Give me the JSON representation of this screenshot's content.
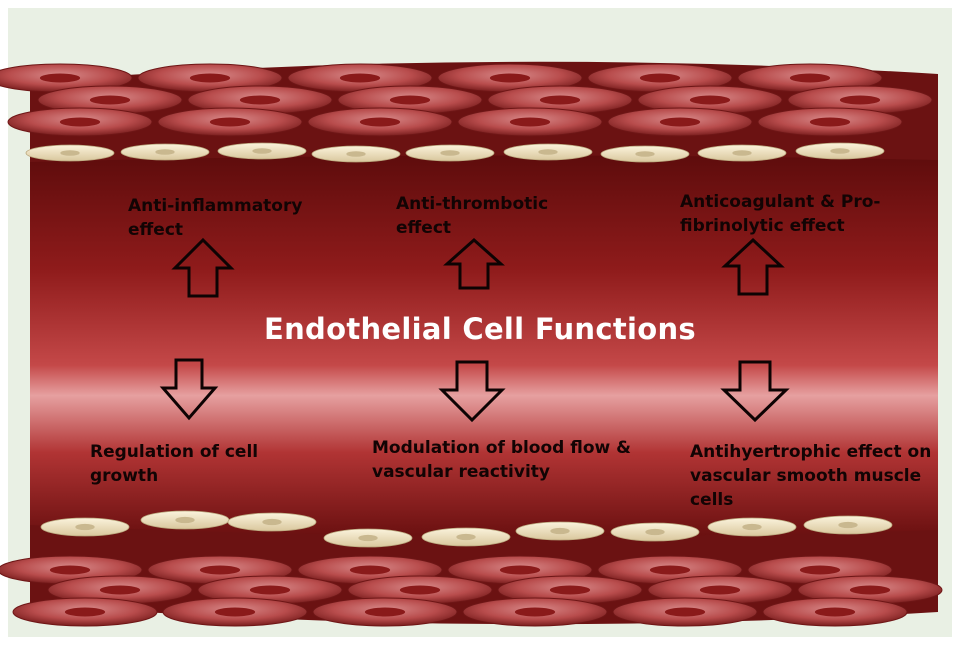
{
  "title": "Endothelial Cell Functions",
  "effects_up": [
    {
      "label": "Anti-inflammatory effect"
    },
    {
      "label": "Anti-thrombotic effect"
    },
    {
      "label": "Anticoagulant & Pro-fibrinolytic effect"
    }
  ],
  "effects_down": [
    {
      "label": "Regulation of cell growth"
    },
    {
      "label": "Modulation of blood flow & vascular reactivity"
    },
    {
      "label": "Antihyertrophic effect on vascular smooth muscle cells"
    }
  ],
  "icons": {
    "arrow_up": "hollow-arrow-up-icon",
    "arrow_down": "hollow-arrow-down-icon"
  },
  "colors": {
    "vessel_dark": "#5e0c0c",
    "vessel_mid": "#8f1b1b",
    "lumen_light": "#e6a0a0",
    "smooth_muscle": "#b84c4c",
    "endothelial": "#efe2c2",
    "background": "#e9f0e4",
    "title_text": "#ffffff",
    "label_text": "#120404"
  }
}
